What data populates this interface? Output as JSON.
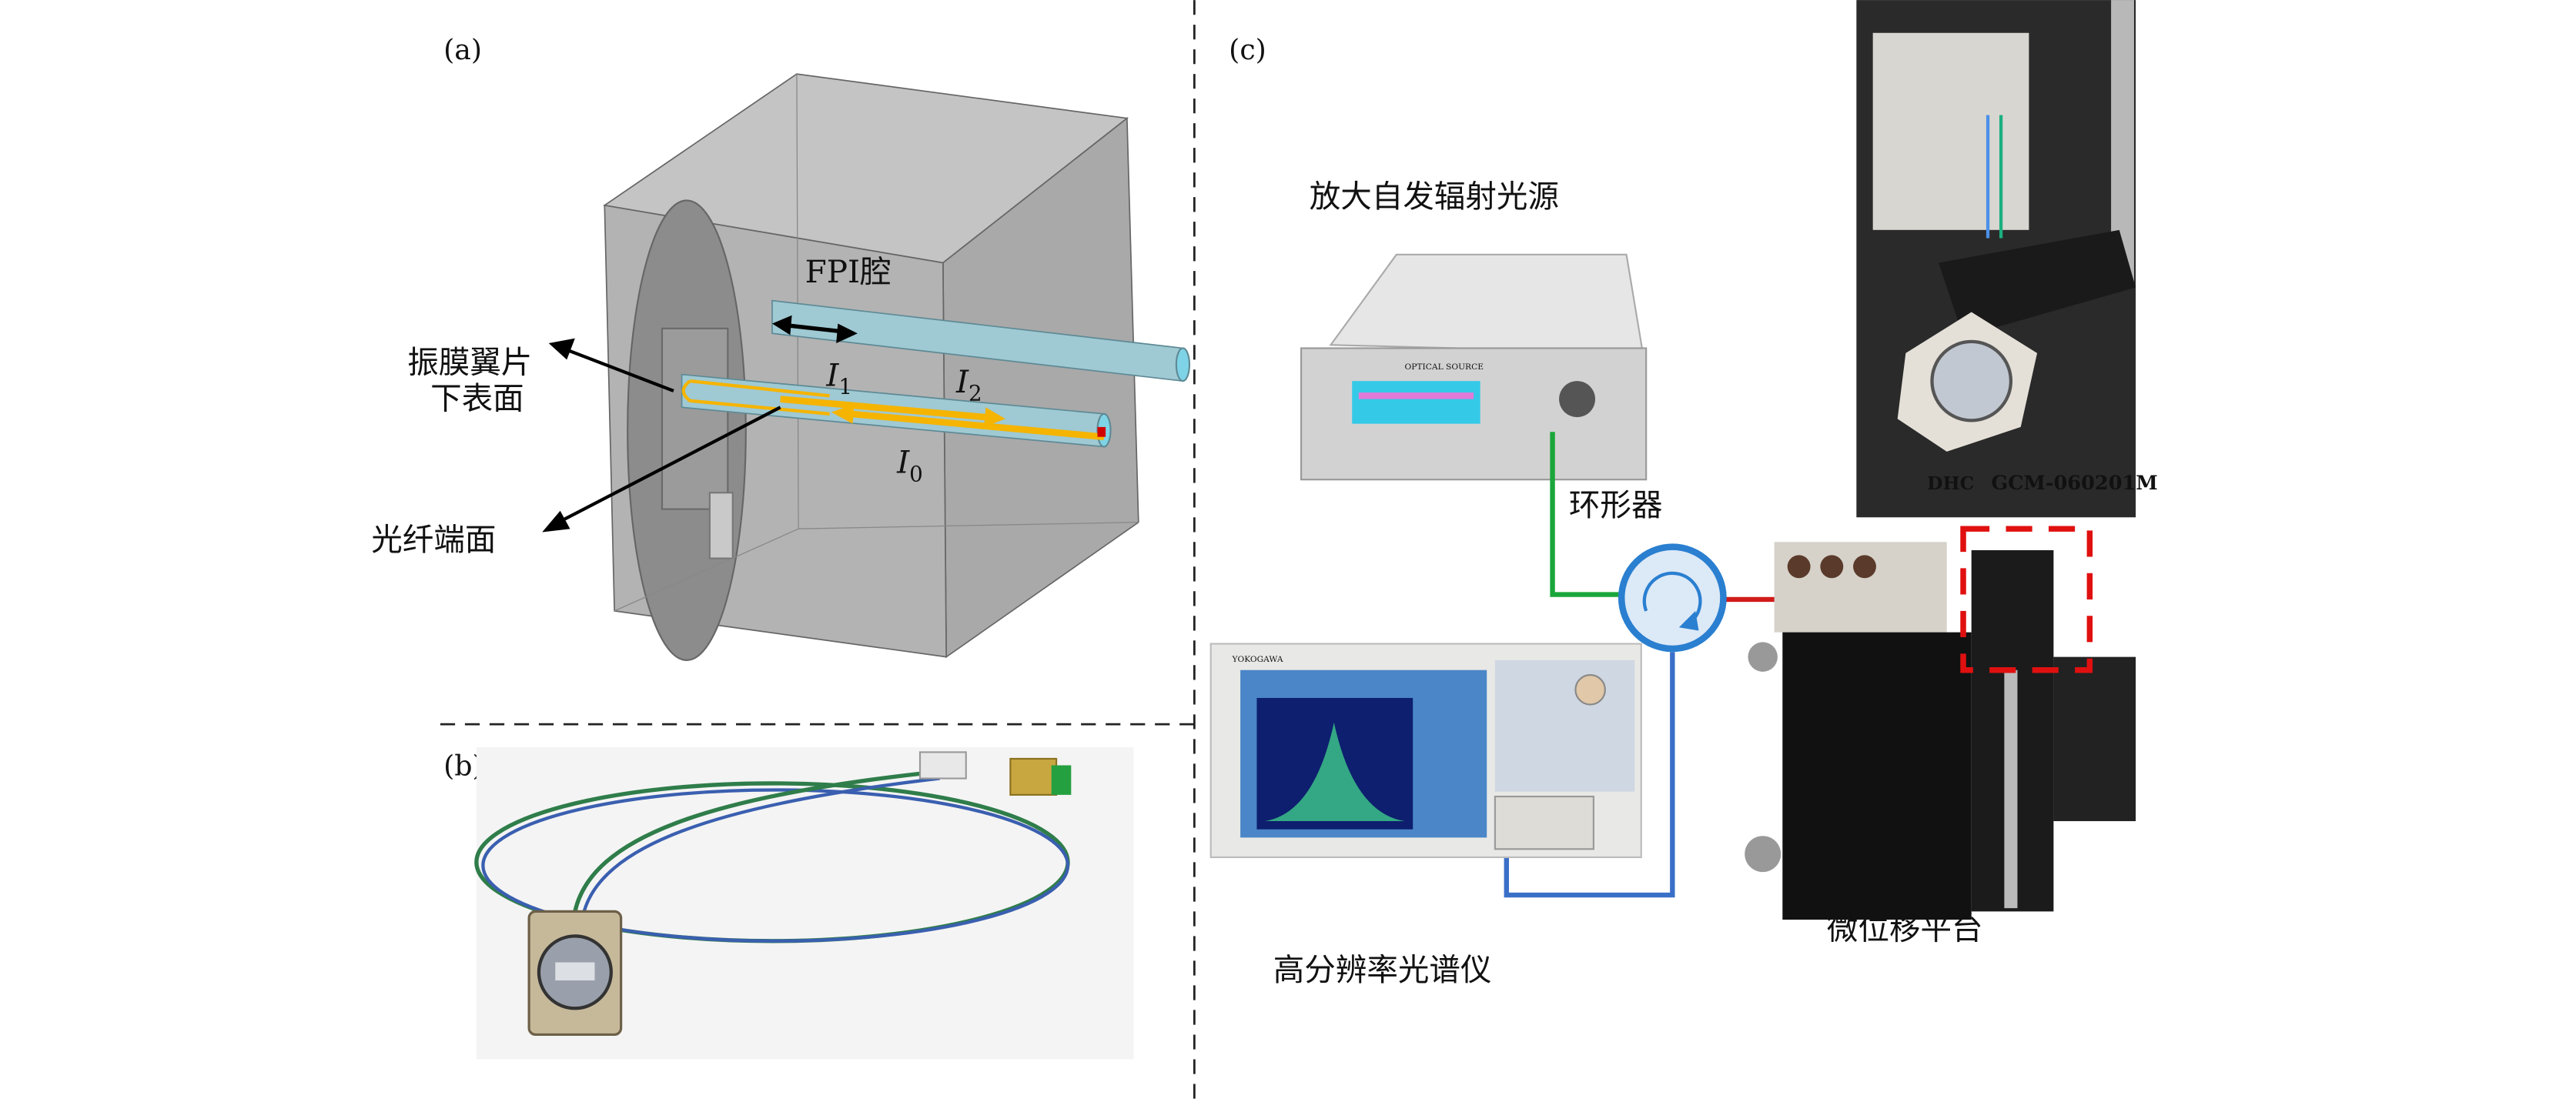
{
  "panel_a": {
    "label": "(a)",
    "cavity_label": "FPI腔",
    "diaphragm_label_line1": "振膜翼片",
    "diaphragm_label_line2": "下表面",
    "fiber_end_label": "光纤端面",
    "beam_I1": "I",
    "beam_I1_sub": "1",
    "beam_I2": "I",
    "beam_I2_sub": "2",
    "beam_I0": "I",
    "beam_I0_sub": "0",
    "colors": {
      "beam": "#f5b400",
      "housing": "#9a9a9a",
      "fiber": "#7fd3e6"
    }
  },
  "panel_b": {
    "label": "(b)"
  },
  "panel_c": {
    "label": "(c)",
    "source_label": "放大自发辐射光源",
    "source_panel_text": "OPTICAL SOURCE",
    "circulator_label": "环形器",
    "osa_label": "高分辨率光谱仪",
    "osa_brand": "YOKOGAWA",
    "stage_label": "微位移平台",
    "mount_brand": "DHC",
    "mount_model": "GCM-060201M",
    "colors": {
      "source_fiber": "#1aa63a",
      "osa_fiber": "#3a6fc8",
      "sensor_fiber": "#d11a1a",
      "highlight_box": "#e01010",
      "circulator": "#2a7fd0"
    }
  }
}
